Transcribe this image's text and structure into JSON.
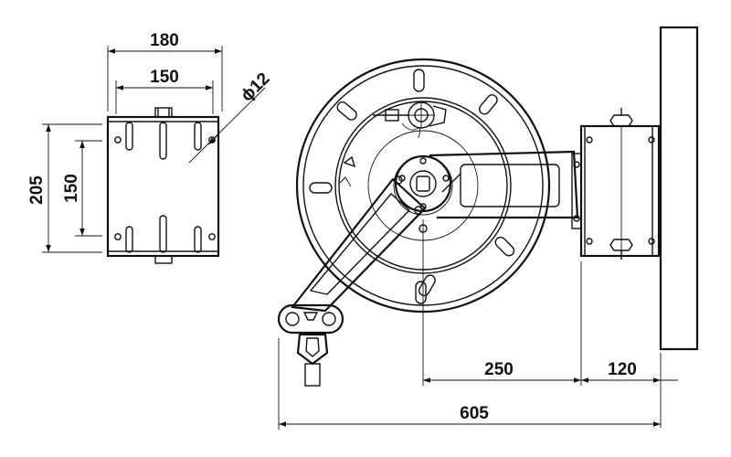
{
  "drawing": {
    "dimensions": {
      "side_width_outer": "180",
      "side_width_inner": "150",
      "hole_diameter": "ϕ12",
      "side_height_outer": "205",
      "side_height_inner": "150",
      "arm_offset": "250",
      "bracket_depth": "120",
      "overall_width": "605"
    }
  }
}
